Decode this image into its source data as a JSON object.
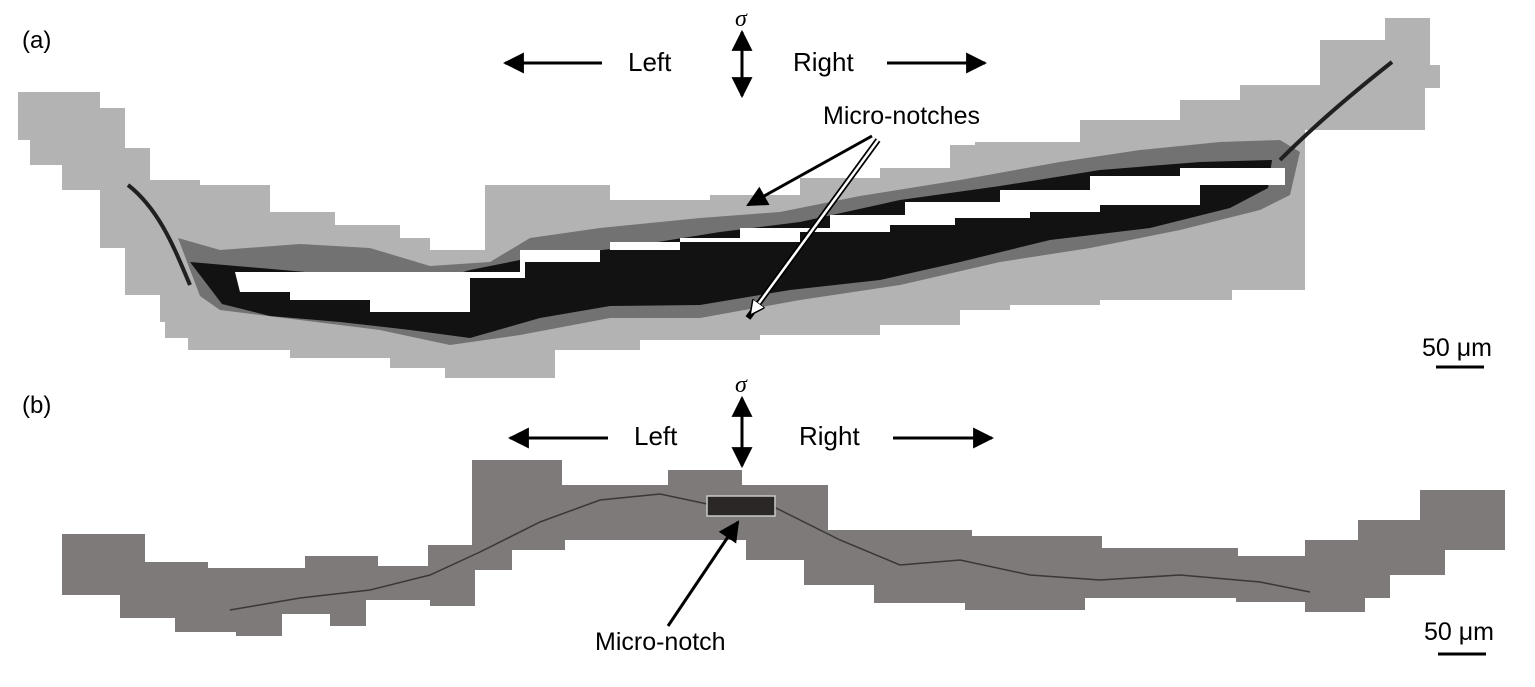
{
  "panel_a": {
    "label": "(a)",
    "sigma": "σ",
    "left": "Left",
    "right": "Right",
    "annotation": "Micro-notches",
    "scale_bar": "50 μm"
  },
  "panel_b": {
    "label": "(b)",
    "sigma": "σ",
    "left": "Left",
    "right": "Right",
    "annotation": "Micro-notch",
    "scale_bar": "50 μm"
  },
  "colors": {
    "panel_a_matrix": "#b3b3b3",
    "panel_a_crack": "#121212",
    "panel_a_fracture": "#727272",
    "panel_b_matrix": "#7e7a79",
    "arrow": "#000000"
  }
}
